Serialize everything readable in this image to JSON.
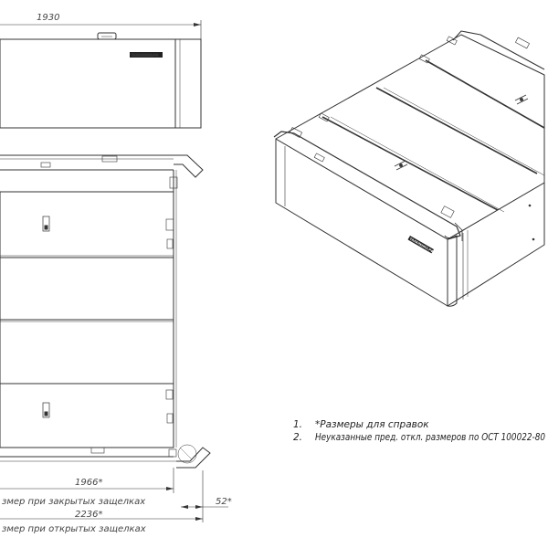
{
  "drawing": {
    "top_view": {
      "width_dimension": "1930",
      "brand_plate": "ТАЛАЛЕНКО.РФ"
    },
    "bottom_dimensions": {
      "closed_width": "1966*",
      "closed_caption": "змер при закрытых защелках",
      "open_width": "2236*",
      "open_caption": "змер при открытых защелках",
      "side_offset": "52*"
    },
    "notes": [
      {
        "num": "1.",
        "text": "*Размеры для справок"
      },
      {
        "num": "2.",
        "text": "Неуказанные пред. откл. размеров по ОСТ 100022-80"
      }
    ]
  }
}
